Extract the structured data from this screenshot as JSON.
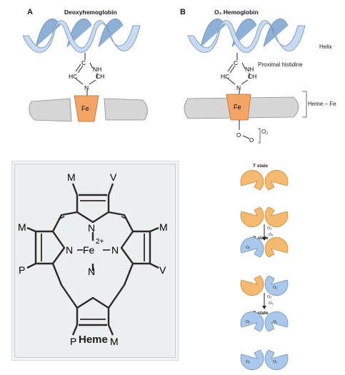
{
  "panel_a": {
    "letter": "A",
    "title": "Deoxyhemoglobin",
    "fe": "Fe",
    "his_c": "C",
    "his_nh": "NH",
    "his_hc": "HC",
    "his_ch": "CH",
    "his_n": "N"
  },
  "panel_b": {
    "letter": "B",
    "title": "O₂ Hemoglobin",
    "fe": "Fe",
    "his_c": "C",
    "his_nh": "NH",
    "his_hc": "HC",
    "his_ch": "CH",
    "his_n": "N",
    "label_helix": "Helix",
    "label_histidine": "Proximal histidine",
    "label_heme": "Heme – Fe",
    "o_left": "O",
    "o_right": "O",
    "label_o2": "O₂"
  },
  "heme": {
    "title": "Heme",
    "fe": "Fe",
    "charge": "2+",
    "n_top": "N",
    "n_left": "N",
    "n_right": "N",
    "n_bottom": "N",
    "sub_m_top": "M",
    "sub_v_top": "V",
    "sub_m_left": "M",
    "sub_p_left": "P",
    "sub_m_right": "M",
    "sub_v_right": "V",
    "sub_p_bottom": "P",
    "sub_m_bottom": "M"
  },
  "states": {
    "t_state": "T state",
    "r_state_1": "R state",
    "r_state_2": "R state",
    "arrow1_o2_a": "O₂",
    "arrow1_o2_b": "O₂",
    "arrow2_o2_a": "O₂",
    "arrow2_o2_b": "O₂",
    "subunit_o2": "O₂",
    "colors": {
      "t": "#f5b970",
      "r": "#a9c8ea"
    }
  }
}
